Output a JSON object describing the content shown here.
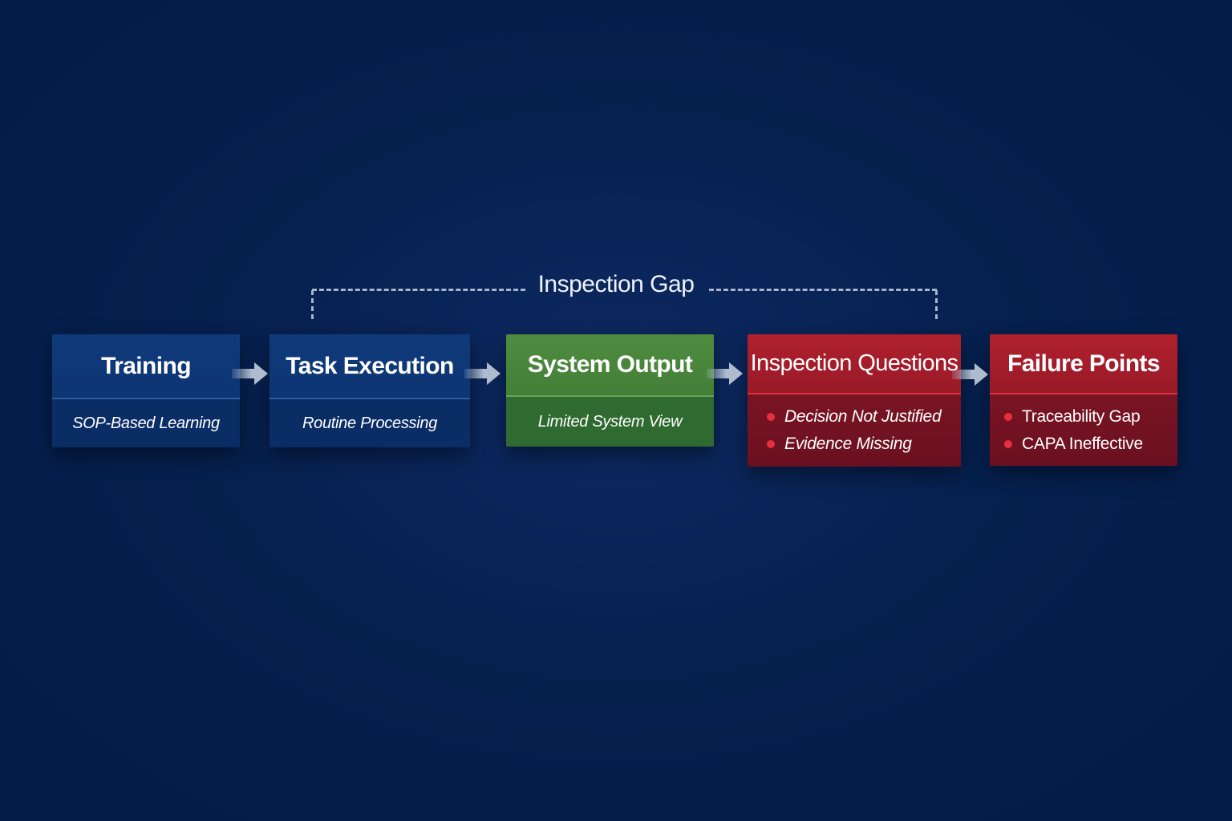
{
  "gap": {
    "label": "Inspection Gap"
  },
  "stages": [
    {
      "title": "Training",
      "subtitle": "SOP-Based Learning",
      "color": "#0d336f"
    },
    {
      "title": "Task Execution",
      "subtitle": "Routine Processing",
      "color": "#0d336f"
    },
    {
      "title": "System Output",
      "subtitle": "Limited System View",
      "color": "#4a873c"
    },
    {
      "title": "Inspection Questions",
      "bullets": [
        "Decision Not Justified",
        "Evidence Missing"
      ],
      "color": "#a31d2a"
    },
    {
      "title": "Failure Points",
      "bullets": [
        "Traceability Gap",
        "CAPA Ineffective"
      ],
      "color": "#a31d2a"
    }
  ],
  "colors": {
    "background": "#041b47",
    "bullet": "#e8303d",
    "arrow": "#b8c4d6"
  }
}
